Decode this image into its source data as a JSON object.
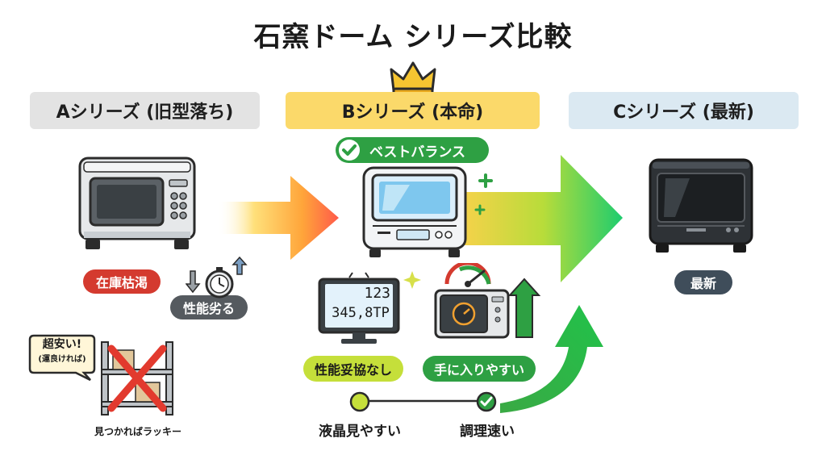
{
  "title": "石窯ドーム シリーズ比較",
  "series": {
    "a": {
      "label": "Aシリーズ (旧型落ち)",
      "tags": [
        "在庫枯渇",
        "性能劣る"
      ]
    },
    "b": {
      "label": "Bシリーズ (本命)",
      "badge": "ベストバランス",
      "tags": [
        "性能妥協なし",
        "手に入りやすい"
      ],
      "lcd_line1": "123",
      "lcd_line2": "345,8TP"
    },
    "c": {
      "label": "Cシリーズ (最新)",
      "tags": [
        "最新"
      ]
    }
  },
  "deal": {
    "bubble_line1": "超安い!",
    "bubble_line2": "(運良ければ)",
    "caption": "見つかればラッキー"
  },
  "timeline": {
    "step1": "液晶見やすい",
    "step2": "調理速い"
  },
  "colors": {
    "a_header": "#e3e3e3",
    "b_header": "#fbd96a",
    "c_header": "#dbe9f2",
    "red": "#d43a2f",
    "gray": "#555a5f",
    "green": "#2ea043",
    "lime": "#c5df3a",
    "navy": "#3f4d5a"
  }
}
